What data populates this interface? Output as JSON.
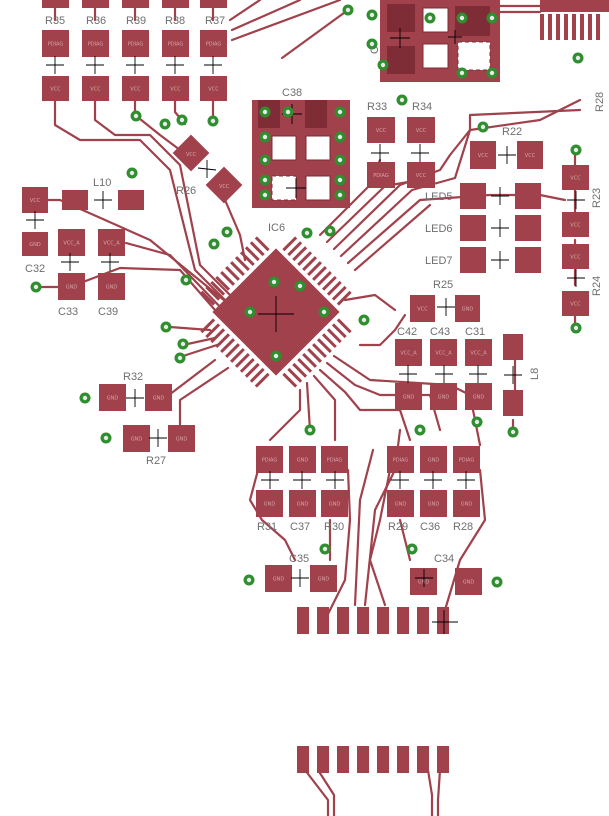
{
  "board": {
    "colors": {
      "copper": "#a0414b",
      "via": "#2f8f2f",
      "silk": "#6e6e6e",
      "background": "#ffffff"
    },
    "labels": {
      "R35": "R35",
      "R36": "R36",
      "R39": "R39",
      "R38": "R38",
      "R37": "R37",
      "C38": "C38",
      "R33": "R33",
      "R34": "R34",
      "R22": "R22",
      "L10": "L10",
      "R26": "R26",
      "IC6": "IC6",
      "LED5": "LED5",
      "LED6": "LED6",
      "LED7": "LED7",
      "R23": "R23",
      "C32": "C32",
      "C33": "C33",
      "C39": "C39",
      "R25": "R25",
      "R24": "R24",
      "C42": "C42",
      "C43": "C43",
      "C31": "C31",
      "L8": "L8",
      "R32": "R32",
      "R27": "R27",
      "R31": "R31",
      "C37": "C37",
      "R30": "R30",
      "R29": "R29",
      "C36": "C36",
      "R28": "R28",
      "C35": "C35",
      "C34": "C34",
      "C": "C",
      "R28_top": "R28"
    },
    "net_labels": {
      "gnd": "GND",
      "vcc": "VCC",
      "pdiag": "PDIAG",
      "vcc_a": "VCC_A"
    }
  }
}
